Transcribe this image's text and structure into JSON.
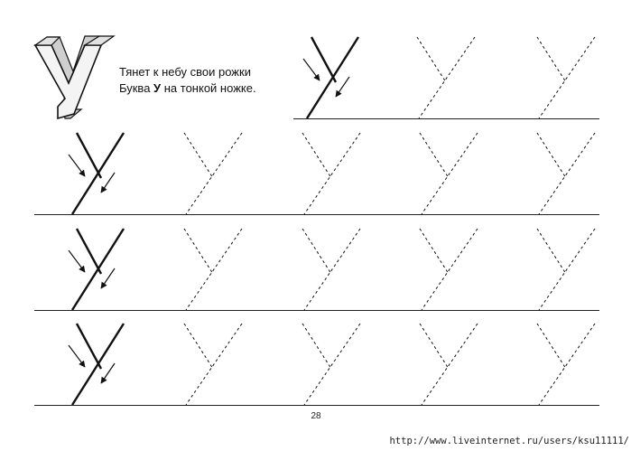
{
  "header": {
    "big_letter": "У",
    "poem": {
      "line1": "Тянет к небу свои рожки",
      "line2_prefix": "Буква ",
      "line2_letter": "У",
      "line2_suffix": " на тонкой ножке."
    }
  },
  "page_number": "28",
  "watermark": "http://www.liveinternet.ru/users/ksu11111/"
}
